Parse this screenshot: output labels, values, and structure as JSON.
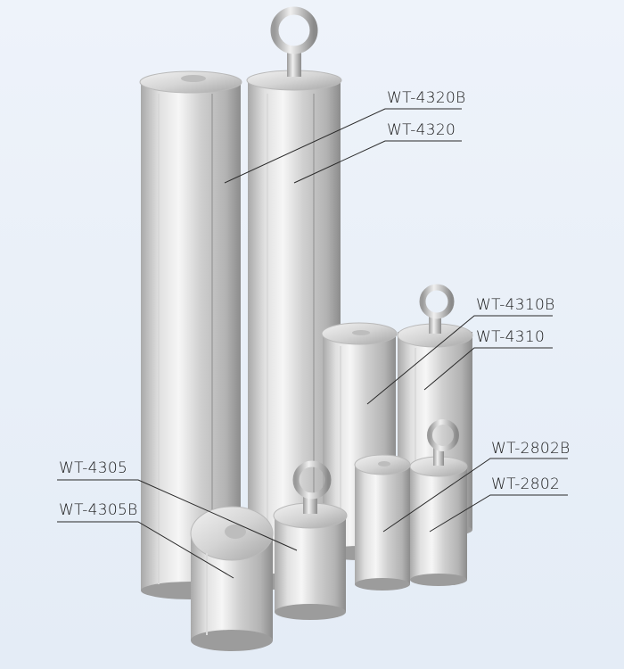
{
  "labels": {
    "wt4320b": "WT-4320B",
    "wt4320": "WT-4320",
    "wt4310b": "WT-4310B",
    "wt4310": "WT-4310",
    "wt2802b": "WT-2802B",
    "wt2802": "WT-2802",
    "wt4305": "WT-4305",
    "wt4305b": "WT-4305B"
  },
  "colors": {
    "background": "#e9f0f8",
    "metal_light": "#f4f4f4",
    "metal_mid": "#c9c9c9",
    "metal_dark": "#8f8f8f",
    "leader_line": "#2a2a2a"
  }
}
